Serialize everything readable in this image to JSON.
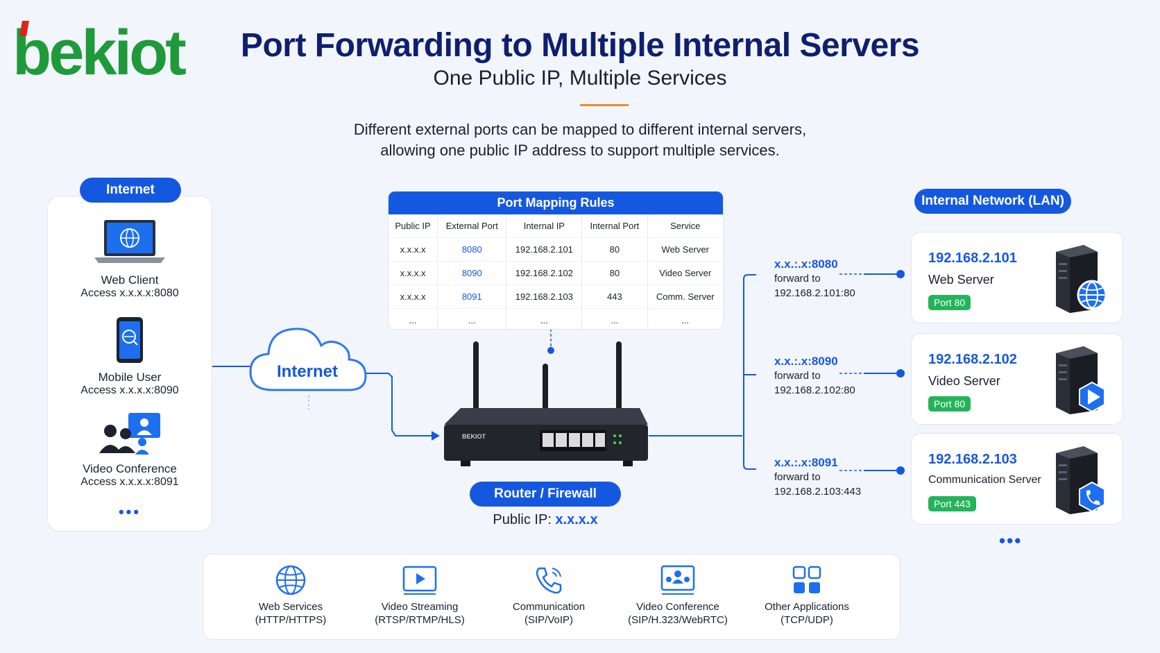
{
  "brand": {
    "logo_text": "bekiot"
  },
  "header": {
    "title": "Port Forwarding to Multiple Internal Servers",
    "subtitle": "One Public IP, Multiple Services",
    "description_line1": "Different external ports can be mapped to different internal servers,",
    "description_line2": "allowing one public IP address to support multiple services."
  },
  "internet_panel": {
    "label": "Internet",
    "clients": [
      {
        "name": "Web Client",
        "access": "Access x.x.x.x:8080"
      },
      {
        "name": "Mobile User",
        "access": "Access x.x.x.x:8090"
      },
      {
        "name": "Video Conference",
        "access": "Access x.x.x.x:8091"
      }
    ],
    "more": "•••"
  },
  "cloud_label": "Internet",
  "mapping_table": {
    "title": "Port Mapping Rules",
    "columns": [
      "Public IP",
      "External Port",
      "Internal IP",
      "Internal Port",
      "Service"
    ],
    "rows": [
      [
        "x.x.x.x",
        "8080",
        "192.168.2.101",
        "80",
        "Web Server"
      ],
      [
        "x.x.x.x",
        "8090",
        "192.168.2.102",
        "80",
        "Video Server"
      ],
      [
        "x.x.x.x",
        "8091",
        "192.168.2.103",
        "443",
        "Comm. Server"
      ],
      [
        "...",
        "...",
        "...",
        "...",
        "..."
      ]
    ]
  },
  "router": {
    "label": "Router / Firewall",
    "public_ip_label": "Public IP:",
    "public_ip_value": "x.x.x.x",
    "brand_text": "BEKIOT"
  },
  "forwards": [
    {
      "port": "x.x.:.x:8080",
      "line1": "forward to",
      "line2": "192.168.2.101:80"
    },
    {
      "port": "x.x.:.x:8090",
      "line1": "forward to",
      "line2": "192.168.2.102:80"
    },
    {
      "port": "x.x.:.x:8091",
      "line1": "forward to",
      "line2": "192.168.2.103:443"
    }
  ],
  "lan": {
    "label": "Internal Network (LAN)",
    "servers": [
      {
        "ip": "192.168.2.101",
        "service": "Web Server",
        "port": "Port 80",
        "icon": "globe-icon"
      },
      {
        "ip": "192.168.2.102",
        "service": "Video Server",
        "port": "Port 80",
        "icon": "play-icon"
      },
      {
        "ip": "192.168.2.103",
        "service": "Communication Server",
        "port": "Port 443",
        "icon": "phone-icon"
      }
    ],
    "more": "•••"
  },
  "applications": [
    {
      "name": "Web Services",
      "proto": "(HTTP/HTTPS)",
      "icon": "globe-icon"
    },
    {
      "name": "Video Streaming",
      "proto": "(RTSP/RTMP/HLS)",
      "icon": "video-play-icon"
    },
    {
      "name": "Communication",
      "proto": "(SIP/VoIP)",
      "icon": "phone-icon"
    },
    {
      "name": "Video Conference",
      "proto": "(SIP/H.323/WebRTC)",
      "icon": "conference-icon"
    },
    {
      "name": "Other Applications",
      "proto": "(TCP/UDP)",
      "icon": "grid-icon"
    }
  ],
  "colors": {
    "accent": "#1558e0",
    "brand_green": "#1f9a3a",
    "badge_green": "#23b45a",
    "title_navy": "#0f1f6e",
    "rule_orange": "#f08a24"
  }
}
